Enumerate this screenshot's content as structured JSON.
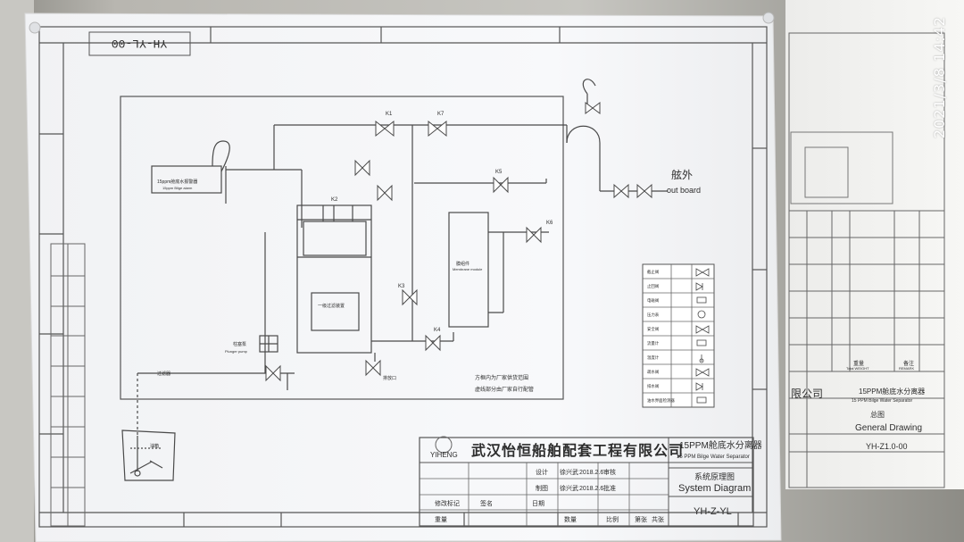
{
  "photo": {
    "timestamp": "2021/3/8 14:42"
  },
  "main_sheet": {
    "title_rotated": "YH-YL-00",
    "logo_text": "YIHENG",
    "company_name": "武汉怡恒船舶配套工程有限公司",
    "product_cn": "15PPM舱底水分离器",
    "product_en": "15 PPM Bilge Water Separator",
    "drawing_cn": "系统原理图",
    "drawing_en": "System Diagram",
    "drawing_no": "YH-Z-YL",
    "outboard_cn": "舷外",
    "outboard_en": "out board",
    "notes": [
      "方框内为厂家供货范围",
      "虚线部分由厂家自行配管"
    ],
    "labels": {
      "bilge_alarm": "15ppm舱底水报警器",
      "bilge_alarm_en": "15ppm Bilge alarm",
      "water_separator": "一级过滤装置",
      "filter": "过滤器",
      "membrane": "膜组件",
      "membrane_en": "Membrane module",
      "plunger": "柱塞泵",
      "plunger_en": "Plunger pump",
      "oil_tank": "油箱",
      "drain": "排放口",
      "k1": "K1",
      "k2": "K2",
      "k3": "K3",
      "k4": "K4",
      "k5": "K5",
      "k6": "K6",
      "k7": "K7"
    },
    "titleblock_rows": [
      [
        "设计",
        "徐兴武",
        "2018.2.6",
        "审核",
        ""
      ],
      [
        "制图",
        "徐兴武",
        "2018.2.6",
        "批准",
        ""
      ],
      [
        "修改标记",
        "签名",
        "日期",
        "数量",
        "比例"
      ],
      [
        "重量",
        "",
        "",
        "第张",
        "共张"
      ]
    ],
    "legend_items": [
      "截止阀",
      "止回阀",
      "电磁阀",
      "压力表",
      "安全阀",
      "流量计",
      "温度计",
      "疏水阀",
      "排水阀",
      "油水界面检测器"
    ]
  },
  "right_sheet": {
    "company_tail": "限公司",
    "product_cn": "15PPM舱底水分离器",
    "product_en": "15 PPM Bilge Water Separator",
    "drawing_cn": "总图",
    "drawing_en": "General Drawing",
    "drawing_no": "YH-Z1.0-00",
    "remark_label": "备注",
    "remark_en": "REMARK",
    "weight_label": "重量",
    "weight_en": "Total WEIGHT"
  },
  "colors": {
    "paper": "#f7f8fa",
    "line": "#444444",
    "shadow": "#7f7e79"
  }
}
